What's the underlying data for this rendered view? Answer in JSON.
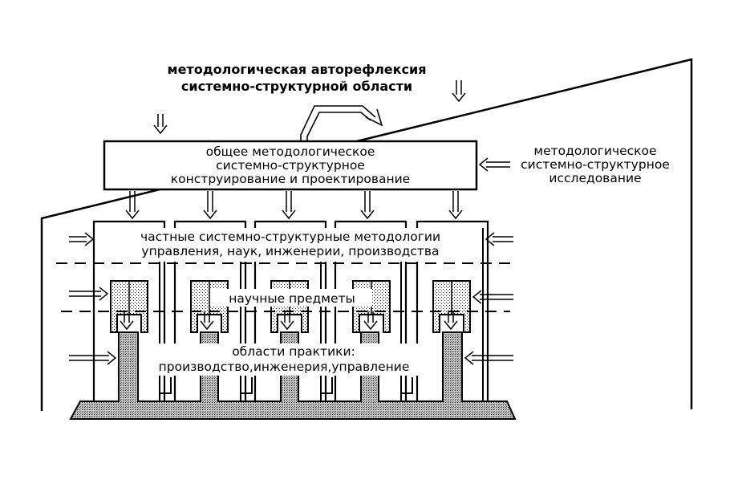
{
  "diagram": {
    "title_line1": "методологическая авторефлексия",
    "title_line2": "системно-структурной области",
    "general_box_line1": "общее методологическое",
    "general_box_line2": "системно-структурное",
    "general_box_line3": "конструирование и проектирование",
    "research_line1": "методологическое",
    "research_line2": "системно-структурное",
    "research_line3": "исследование",
    "particular_line1": "частные системно-структурные методологии",
    "particular_line2": "управления, наук, инженерии, производства",
    "scientific_subjects": "научные предметы",
    "practice_line1": "области практики:",
    "practice_line2": "производство,инженерия,управление",
    "colors": {
      "stroke": "#000000",
      "background": "#ffffff",
      "stipple": "#000000"
    }
  }
}
